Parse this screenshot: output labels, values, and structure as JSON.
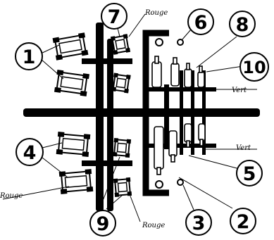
{
  "callouts": [
    "1",
    "2",
    "3",
    "4",
    "5",
    "6",
    "7",
    "8",
    "9",
    "10"
  ],
  "labels": {
    "rouge_top": "Rouge",
    "rouge_left": "Rouge",
    "rouge_bottom": "Rouge",
    "vert_top": "Vert",
    "vert_bottom": "Vert"
  }
}
